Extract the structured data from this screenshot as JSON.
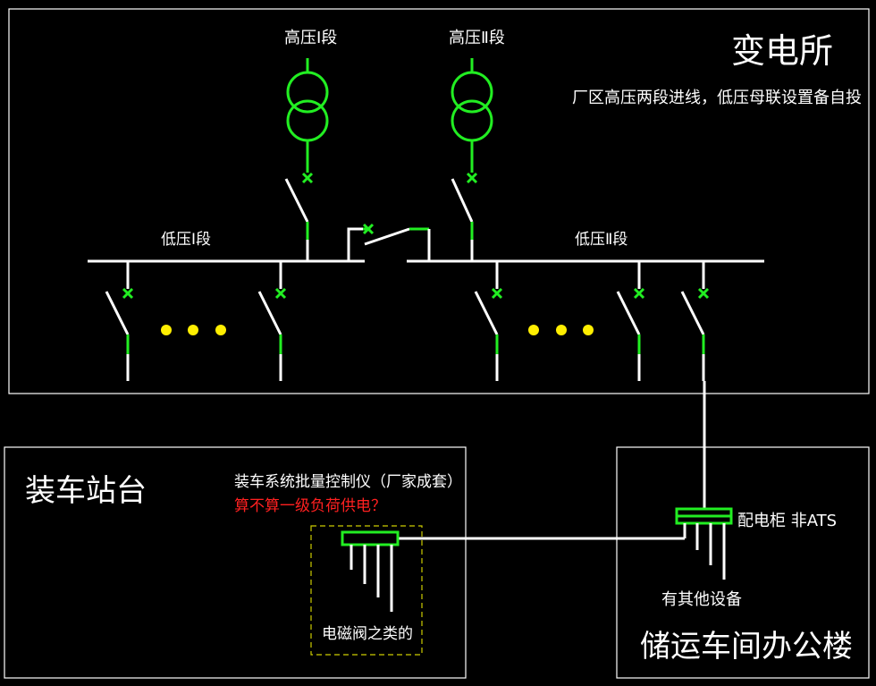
{
  "substation": {
    "title": "变电所",
    "note": "厂区高压两段进线，低压母联设置备自投",
    "hv1_label": "高压Ⅰ段",
    "hv2_label": "高压Ⅱ段",
    "lv1_label": "低压Ⅰ段",
    "lv2_label": "低压Ⅱ段"
  },
  "loading_station": {
    "title": "装车站台",
    "controller_label": "装车系统批量控制仪（厂家成套）",
    "question": "算不算一级负荷供电？",
    "valve_label": "电磁阀之类的"
  },
  "office": {
    "title": "储运车间办公楼",
    "cabinet_label": "配电柜 非ATS",
    "other_equipment": "有其他设备"
  },
  "colors": {
    "background": "#000000",
    "line": "#ffffff",
    "equipment": "#22ee22",
    "ellipsis_dots": "#ffee00",
    "question": "#ff2020",
    "dashed_box": "#cccc00"
  }
}
